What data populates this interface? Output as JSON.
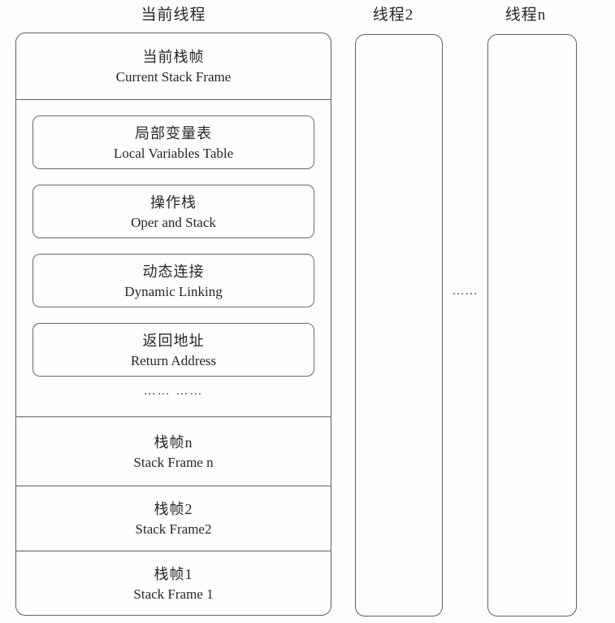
{
  "colors": {
    "border": "#5f5f5f",
    "text": "#262626",
    "background": "#fdfdfd"
  },
  "diagram": {
    "current_thread": {
      "title": "当前线程",
      "current_frame": {
        "zh": "当前栈帧",
        "en": "Current Stack Frame"
      },
      "frame_parts": [
        {
          "zh": "局部变量表",
          "en": "Local Variables Table"
        },
        {
          "zh": "操作栈",
          "en": "Oper and Stack"
        },
        {
          "zh": "动态连接",
          "en": "Dynamic Linking"
        },
        {
          "zh": "返回地址",
          "en": "Return Address"
        }
      ],
      "frame_parts_ellipsis": "…… ……",
      "stack_frames": [
        {
          "zh": "栈帧n",
          "en": "Stack Frame n"
        },
        {
          "zh": "栈帧2",
          "en": "Stack Frame2"
        },
        {
          "zh": "栈帧1",
          "en": "Stack Frame 1"
        }
      ]
    },
    "thread2": {
      "title": "线程2"
    },
    "thread_n": {
      "title": "线程n"
    },
    "threads_ellipsis": "……"
  }
}
